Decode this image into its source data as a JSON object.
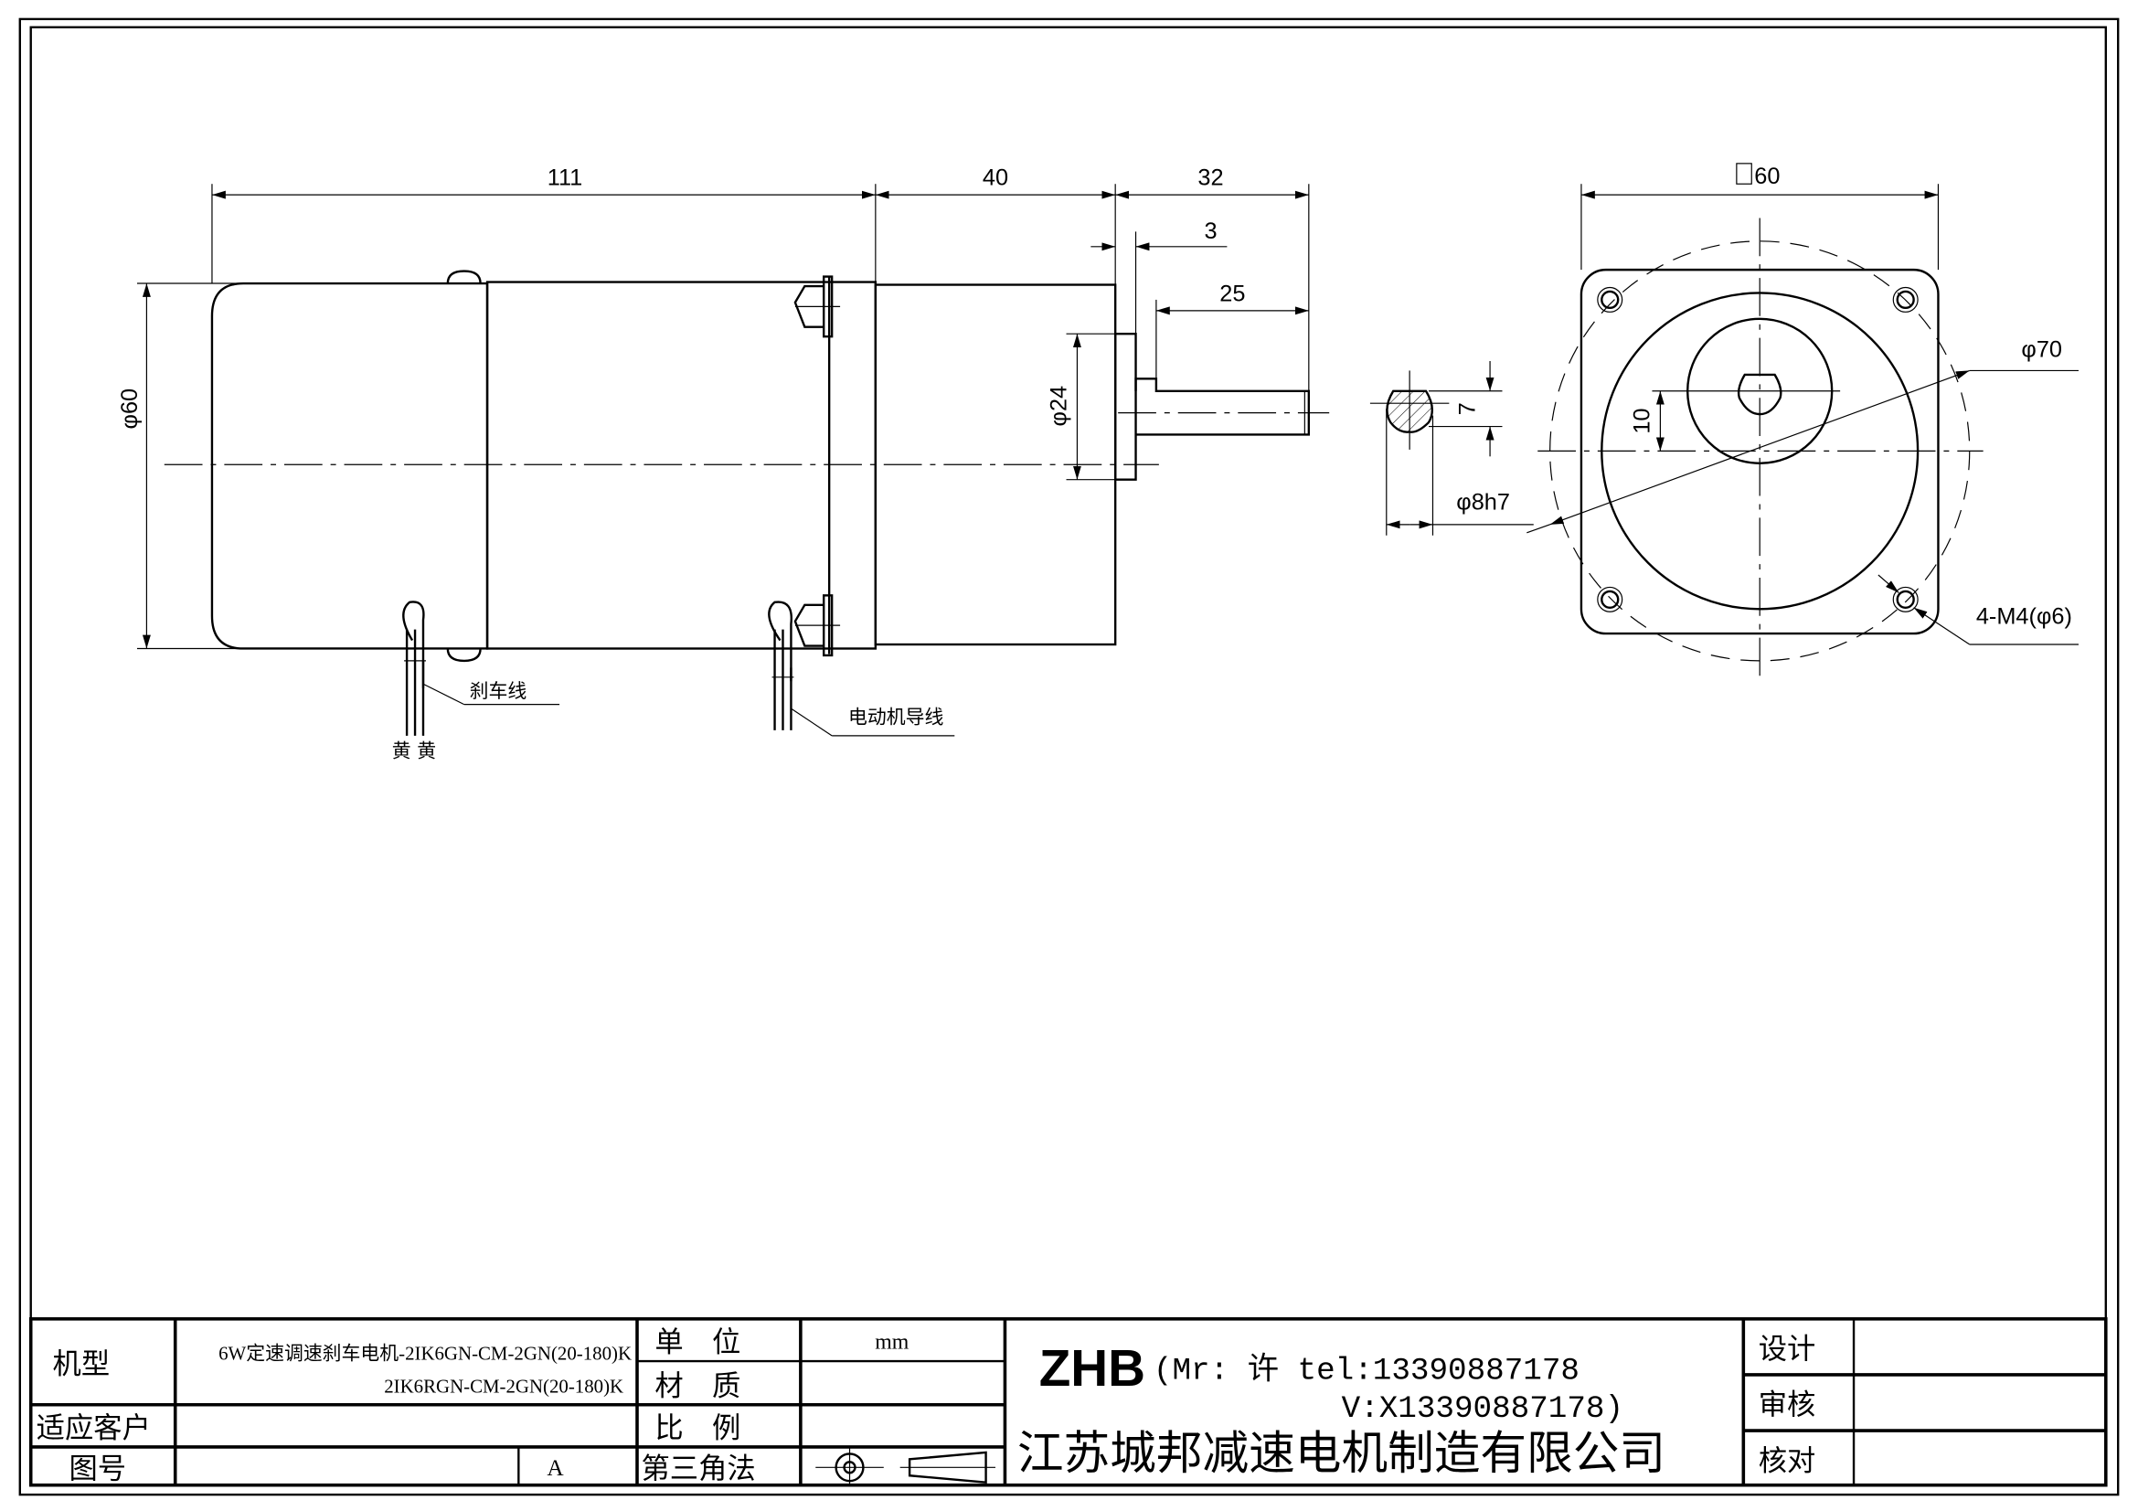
{
  "side_view": {
    "dim_body_length": "111",
    "dim_gearhead_length": "40",
    "dim_shaft_length": "32",
    "dim_boss_length": "3",
    "dim_shaft_key_length": "25",
    "dim_boss_diameter": "φ24",
    "dim_body_diameter": "φ60",
    "brake_wire_label": "刹车线",
    "brake_wire_colors": "黄 黄",
    "motor_wire_label": "电动机导线"
  },
  "front_view": {
    "dim_square": "60",
    "dim_pcd": "φ70",
    "dim_offset": "10",
    "dim_holes": "4-M4(φ6)"
  },
  "shaft_section": {
    "dim_flat": "7",
    "dim_shaft": "φ8h7"
  },
  "title_block": {
    "model_label": "机型",
    "model_line1": "6W定速调速刹车电机-2IK6GN-CM-2GN(20-180)K",
    "model_line2": "2IK6RGN-CM-2GN(20-180)K",
    "customer_label": "适应客户",
    "drawing_no_label": "图号",
    "revision": "A",
    "unit_label": "单　位",
    "unit_value": "mm",
    "material_label": "材　质",
    "scale_label": "比　例",
    "projection_label": "第三角法",
    "brand": "ZHB",
    "contact_line1": "(Mr: 许 tel:13390887178",
    "contact_line2": "V:X13390887178)",
    "company": "江苏城邦减速电机制造有限公司",
    "design_label": "设计",
    "review_label": "审核",
    "check_label": "核对"
  }
}
